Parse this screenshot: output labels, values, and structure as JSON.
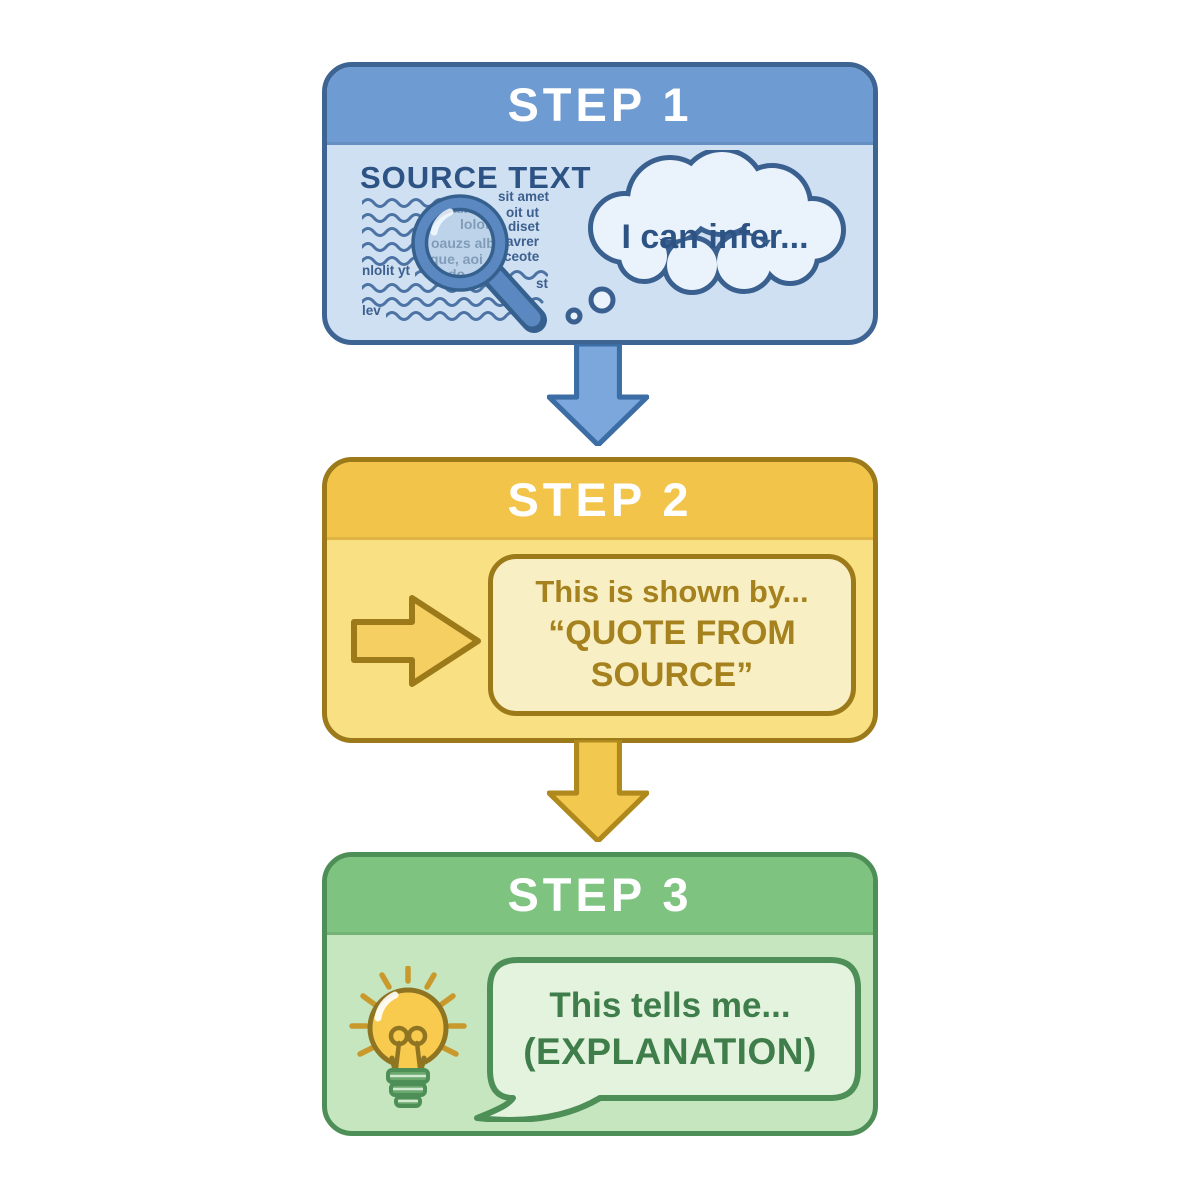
{
  "theme": {
    "s1-header": "#6e9bd2",
    "s1-body": "#cfe0f3",
    "s1-border": "#3e6494",
    "s1-ink": "#2d5384",
    "s1-squiggle": "#4c73a3",
    "s1-word": "#3c5f8e",
    "s1-lensword": "#64819f",
    "cloud-fill": "#eaf3fb",
    "cloud-stroke": "#3a6090",
    "arrow1-fill": "#7ba7dc",
    "arrow1-stroke": "#3d6da5",
    "mag-ring": "#5b88c0",
    "mag-outline": "#36618f",
    "lens-bg": "#c2d6ec",
    "s2-header": "#f2c44a",
    "s2-body": "#f9e183",
    "s2-border": "#9c7a1a",
    "s2-ink": "#a5821e",
    "quote-fill": "#f9efc4",
    "icon-arrow-fill": "#f6cf63",
    "arrow2-fill": "#f3c84e",
    "arrow2-stroke": "#b0891d",
    "s3-header": "#7ec37f",
    "s3-body": "#c6e6c0",
    "s3-border": "#4e8f57",
    "s3-ink": "#3f7d4a",
    "bubble-fill": "#e3f3de",
    "bulb-fill": "#f8cb4f",
    "bulb-stroke": "#8f7522",
    "ray": "#c9992c",
    "base-fill": "#6aa86e",
    "base-stroke": "#4e8f57"
  },
  "step1": {
    "header": "STEP 1",
    "source_title": "SOURCE TEXT",
    "margin_words": {
      "w1": "sit amet",
      "w2": "oit ut",
      "w3": "diset",
      "w4": "avrer",
      "w5": "ceote",
      "w6": "nlolit yt",
      "w7": "st",
      "w8": "lev"
    },
    "lens_words": {
      "l1": "alit",
      "l2": "lolot",
      "l3": "oauzs alb",
      "l4": "que, aoi",
      "l5": "do"
    },
    "thought_text": "I can infer..."
  },
  "step2": {
    "header": "STEP 2",
    "quote_intro": "This is shown by...",
    "quote_text": "“QUOTE FROM SOURCE”"
  },
  "step3": {
    "header": "STEP 3",
    "speech_intro": "This tells me...",
    "speech_text": "(EXPLANATION)"
  }
}
